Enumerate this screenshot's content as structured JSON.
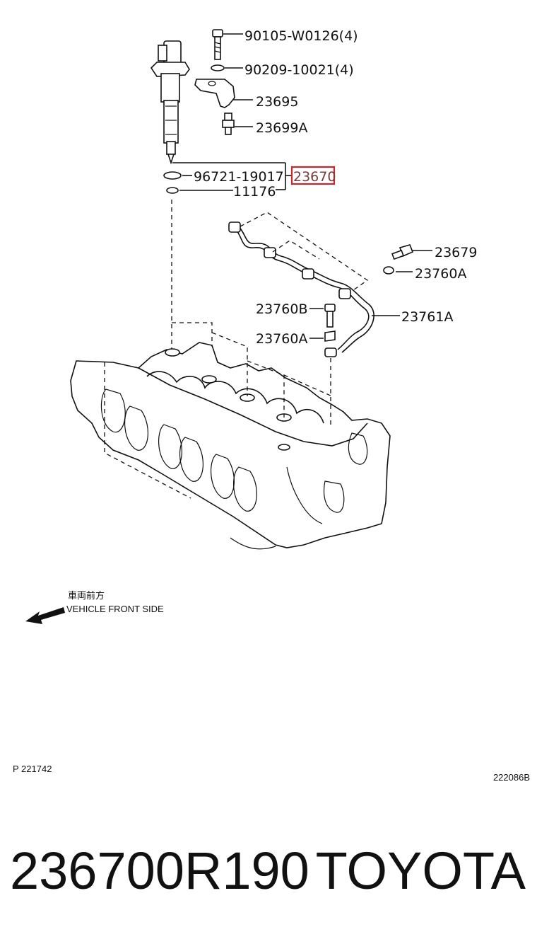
{
  "callouts": {
    "bolt": "90105-W0126(4)",
    "washer": "90209-10021(4)",
    "clamp": "23695",
    "sensor": "23699A",
    "gasket": "96721-19017",
    "injector_assy": "23670",
    "seal": "11176",
    "union_bolt": "23679",
    "gasket_a_top": "23760A",
    "hollow_bolt": "23760B",
    "gasket_a_bottom": "23760A",
    "leak_pipe": "23761A"
  },
  "direction": {
    "jp_label": "車両前方",
    "en_label": "VEHICLE FRONT SIDE"
  },
  "footer": {
    "page_code": "P 221742",
    "drawing_code": "222086B"
  },
  "product": {
    "part_number": "236700R190",
    "brand": "TOYOTA"
  },
  "colors": {
    "highlight": "#c8262b",
    "ink": "#111111"
  }
}
